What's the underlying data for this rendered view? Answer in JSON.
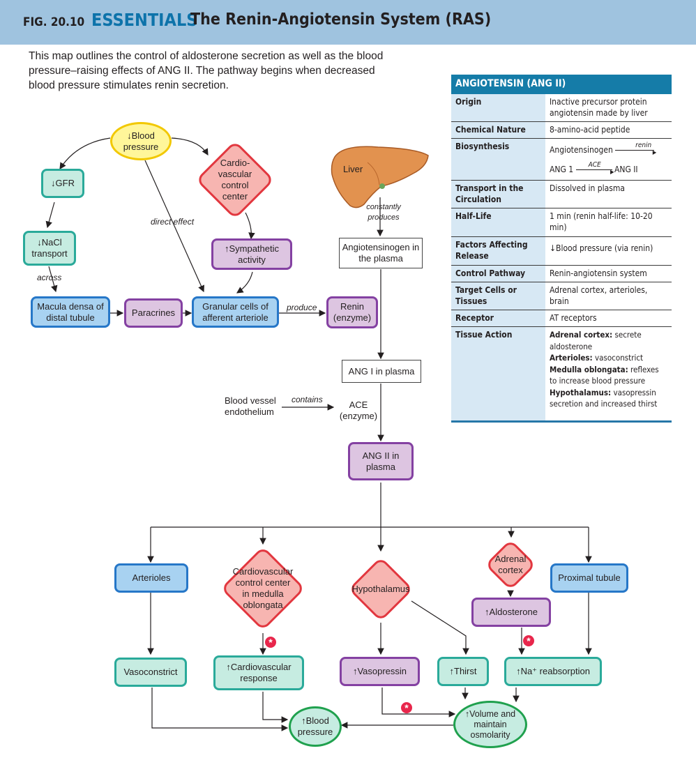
{
  "header": {
    "fig": "FIG. 20.10",
    "essentials": "ESSENTIALS",
    "title": "The Renin-Angiotensin System (RAS)"
  },
  "intro": "This map outlines the control of aldosterone secretion as well as the blood pressure–raising effects of ANG II. The pathway begins when decreased blood pressure stimulates renin secretion.",
  "nodes": {
    "blood_pressure_top": "↓Blood pressure",
    "cv_center_top": "Cardio-vascular control center",
    "gfr": "↓GFR",
    "nacl": "↓NaCl transport",
    "symp": "↑Sympathetic activity",
    "macula": "Macula densa of distal tubule",
    "paracrines": "Paracrines",
    "granular": "Granular cells of afferent arteriole",
    "renin": "Renin (enzyme)",
    "liver": "Liver",
    "angiotensinogen": "Angiotensinogen in the plasma",
    "ang1": "ANG I in plasma",
    "blood_vessel": "Blood vessel endothelium",
    "ace": "ACE (enzyme)",
    "ang2": "ANG II in plasma",
    "arterioles": "Arterioles",
    "cv_center_bottom": "Cardiovascular control center in medulla oblongata",
    "hypothalamus": "Hypothalamus",
    "adrenal": "Adrenal cortex",
    "proximal": "Proximal tubule",
    "aldosterone": "↑Aldosterone",
    "vasoconstrict": "Vasoconstrict",
    "cv_response": "↑Cardiovascular response",
    "vasopressin": "↑Vasopressin",
    "thirst": "↑Thirst",
    "na_reabs": "↑Na⁺ reabsorption",
    "blood_pressure_bottom": "↑Blood pressure",
    "volume": "↑Volume and maintain osmolarity"
  },
  "labels": {
    "direct_effect": "direct effect",
    "across": "across",
    "produce": "produce",
    "constantly": "constantly produces",
    "contains": "contains"
  },
  "table": {
    "title": "ANGIOTENSIN (ANG II)",
    "rows": [
      {
        "k": "Origin",
        "v": "Inactive precursor protein angiotensin made by liver"
      },
      {
        "k": "Chemical Nature",
        "v": "8-amino-acid peptide"
      },
      {
        "k": "Biosynthesis",
        "v": "Angiotensinogen ⟶ ANG 1 ⟶ ANG II",
        "v1": "Angiotensinogen",
        "e1": "renin",
        "v2": "ANG 1",
        "e2": "ACE",
        "v3": "ANG II"
      },
      {
        "k": "Transport in the Circulation",
        "v": "Dissolved in plasma"
      },
      {
        "k": "Half-Life",
        "v": "1 min (renin half-life: 10-20 min)"
      },
      {
        "k": "Factors Affecting Release",
        "v": "↓Blood pressure (via renin)"
      },
      {
        "k": "Control Pathway",
        "v": "Renin-angiotensin system"
      },
      {
        "k": "Target Cells or Tissues",
        "v": "Adrenal cortex, arterioles, brain"
      },
      {
        "k": "Receptor",
        "v": "AT receptors"
      },
      {
        "k": "Tissue Action",
        "items": [
          {
            "b": "Adrenal cortex:",
            "t": "secrete aldosterone"
          },
          {
            "b": "Arterioles:",
            "t": "vasoconstrict"
          },
          {
            "b": "Medulla oblongata:",
            "t": "reflexes to increase blood pressure"
          },
          {
            "b": "Hypothalamus:",
            "t": "vasopressin secretion and increased thirst"
          }
        ]
      }
    ]
  },
  "colors": {
    "header_bg": "#9fc3df",
    "essentials": "#0d73aa",
    "table_head": "#157ca8",
    "star": "#e8264b"
  }
}
